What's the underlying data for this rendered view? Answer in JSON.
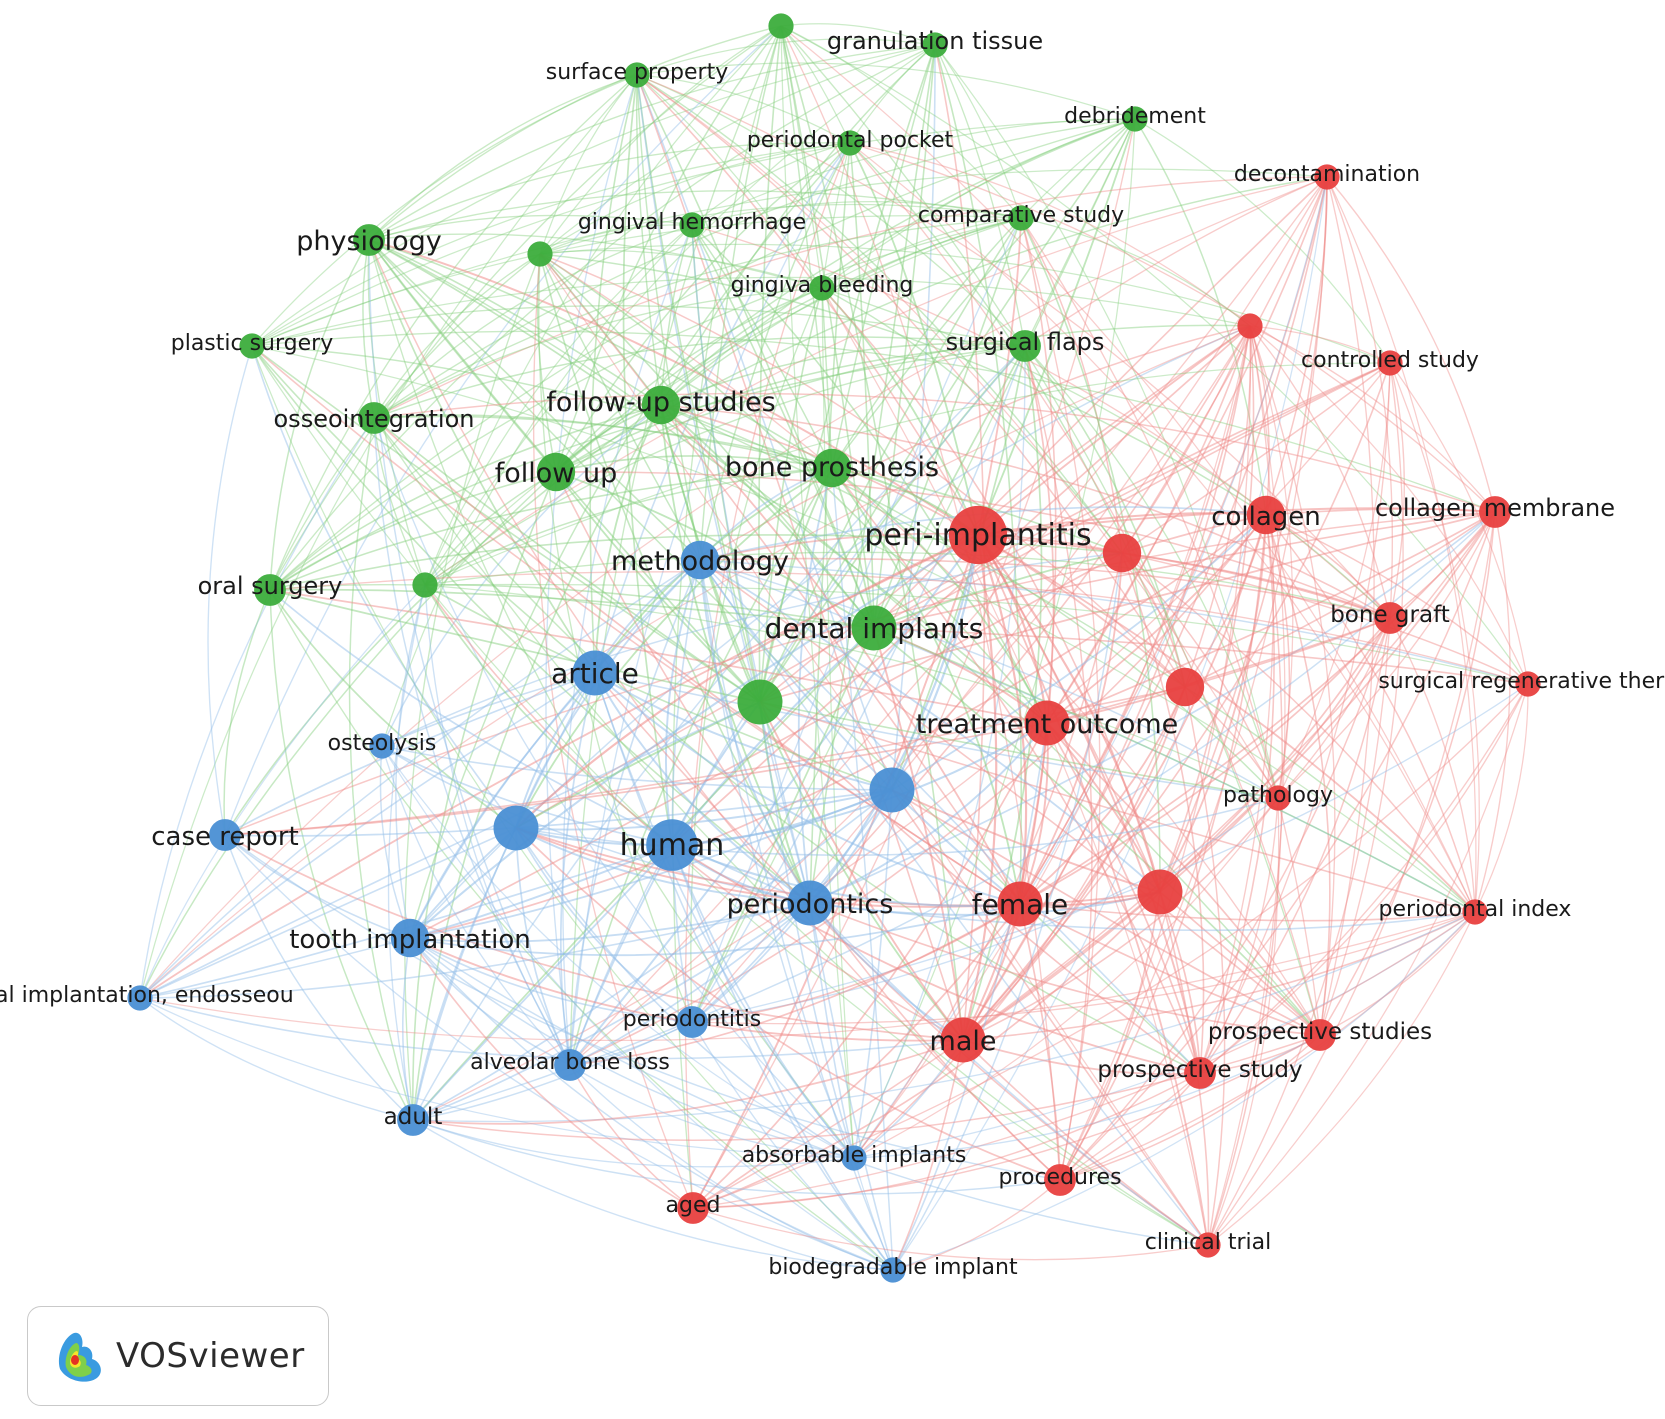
{
  "colors": {
    "cluster1": "#e8403f",
    "cluster2": "#3cad3c",
    "cluster3": "#4a8fd4",
    "edge1": "#ef8a88",
    "edge2": "#86cf7e",
    "edge3": "#92bde8"
  },
  "watermark": {
    "text": "VOSviewer",
    "icon": "vosviewer-logo-icon"
  },
  "nodes": [
    {
      "label": "granulation tissue",
      "cluster": 2,
      "w": 2
    },
    {
      "label": "surface property",
      "cluster": 2,
      "w": 2
    },
    {
      "label": "",
      "cluster": 2,
      "w": 2
    },
    {
      "label": "debridement",
      "cluster": 2,
      "w": 2
    },
    {
      "label": "periodontal pocket",
      "cluster": 2,
      "w": 2
    },
    {
      "label": "decontamination",
      "cluster": 1,
      "w": 2
    },
    {
      "label": "gingival hemorrhage",
      "cluster": 2,
      "w": 2
    },
    {
      "label": "comparative study",
      "cluster": 2,
      "w": 2
    },
    {
      "label": "physiology",
      "cluster": 2,
      "w": 3
    },
    {
      "label": "",
      "cluster": 2,
      "w": 2
    },
    {
      "label": "gingiva bleeding",
      "cluster": 2,
      "w": 2
    },
    {
      "label": "",
      "cluster": 1,
      "w": 2
    },
    {
      "label": "plastic surgery",
      "cluster": 2,
      "w": 2
    },
    {
      "label": "surgical flaps",
      "cluster": 2,
      "w": 3
    },
    {
      "label": "controlled study",
      "cluster": 1,
      "w": 2
    },
    {
      "label": "follow-up studies",
      "cluster": 2,
      "w": 4
    },
    {
      "label": "osseointegration",
      "cluster": 2,
      "w": 3
    },
    {
      "label": "follow up",
      "cluster": 2,
      "w": 4
    },
    {
      "label": "bone prosthesis",
      "cluster": 2,
      "w": 4
    },
    {
      "label": "peri-implantitis",
      "cluster": 1,
      "w": 7
    },
    {
      "label": "collagen",
      "cluster": 1,
      "w": 4
    },
    {
      "label": "collagen membrane",
      "cluster": 1,
      "w": 3
    },
    {
      "label": "",
      "cluster": 1,
      "w": 4
    },
    {
      "label": "methodology",
      "cluster": 3,
      "w": 4
    },
    {
      "label": "oral surgery",
      "cluster": 2,
      "w": 3
    },
    {
      "label": "",
      "cluster": 2,
      "w": 2
    },
    {
      "label": "dental implants",
      "cluster": 2,
      "w": 5
    },
    {
      "label": "bone graft",
      "cluster": 1,
      "w": 3
    },
    {
      "label": "article",
      "cluster": 3,
      "w": 5
    },
    {
      "label": "surgical regenerative thera",
      "cluster": 1,
      "w": 2
    },
    {
      "label": "",
      "cluster": 2,
      "w": 5
    },
    {
      "label": "",
      "cluster": 1,
      "w": 4
    },
    {
      "label": "treatment outcome",
      "cluster": 1,
      "w": 5
    },
    {
      "label": "osteolysis",
      "cluster": 3,
      "w": 2
    },
    {
      "label": "",
      "cluster": 3,
      "w": 5
    },
    {
      "label": "pathology",
      "cluster": 1,
      "w": 2
    },
    {
      "label": "case report",
      "cluster": 3,
      "w": 3
    },
    {
      "label": "",
      "cluster": 3,
      "w": 5
    },
    {
      "label": "human",
      "cluster": 3,
      "w": 6
    },
    {
      "label": "",
      "cluster": 1,
      "w": 5
    },
    {
      "label": "periodontics",
      "cluster": 3,
      "w": 5
    },
    {
      "label": "female",
      "cluster": 1,
      "w": 5
    },
    {
      "label": "periodontal index",
      "cluster": 1,
      "w": 2
    },
    {
      "label": "tooth implantation",
      "cluster": 3,
      "w": 4
    },
    {
      "label": "tal implantation, endosseou",
      "cluster": 3,
      "w": 2
    },
    {
      "label": "periodontitis",
      "cluster": 3,
      "w": 3
    },
    {
      "label": "male",
      "cluster": 1,
      "w": 5
    },
    {
      "label": "prospective studies",
      "cluster": 1,
      "w": 3
    },
    {
      "label": "alveolar bone loss",
      "cluster": 3,
      "w": 3
    },
    {
      "label": "prospective study",
      "cluster": 1,
      "w": 3
    },
    {
      "label": "adult",
      "cluster": 3,
      "w": 3
    },
    {
      "label": "absorbable implants",
      "cluster": 3,
      "w": 2
    },
    {
      "label": "procedures",
      "cluster": 1,
      "w": 3
    },
    {
      "label": "aged",
      "cluster": 1,
      "w": 3
    },
    {
      "label": "clinical trial",
      "cluster": 1,
      "w": 2
    },
    {
      "label": "biodegradable implant",
      "cluster": 3,
      "w": 2
    }
  ]
}
